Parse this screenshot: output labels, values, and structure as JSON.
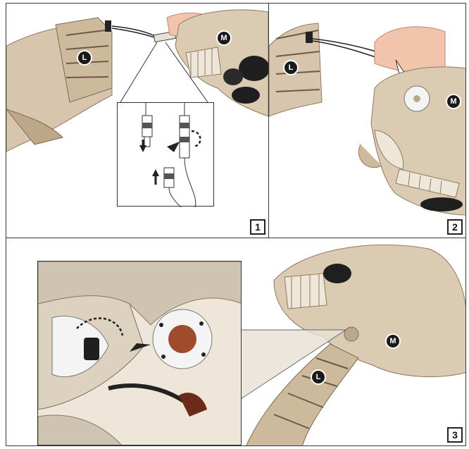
{
  "panels": [
    {
      "step": "1",
      "labels": {
        "left": "L",
        "right": "M"
      }
    },
    {
      "step": "2",
      "labels": {
        "left": "L",
        "right": "M"
      }
    },
    {
      "step": "3",
      "labels": {
        "left": "L",
        "right": "M"
      }
    }
  ],
  "icons": [
    "bone-neck-icon",
    "skull-icon",
    "hand-icon",
    "connector-icon",
    "arrow-icon"
  ],
  "colors": {
    "bone": "#d9c9b1",
    "bone_dark": "#a78f72",
    "outline": "#333333",
    "skin": "#f0c0a8"
  }
}
